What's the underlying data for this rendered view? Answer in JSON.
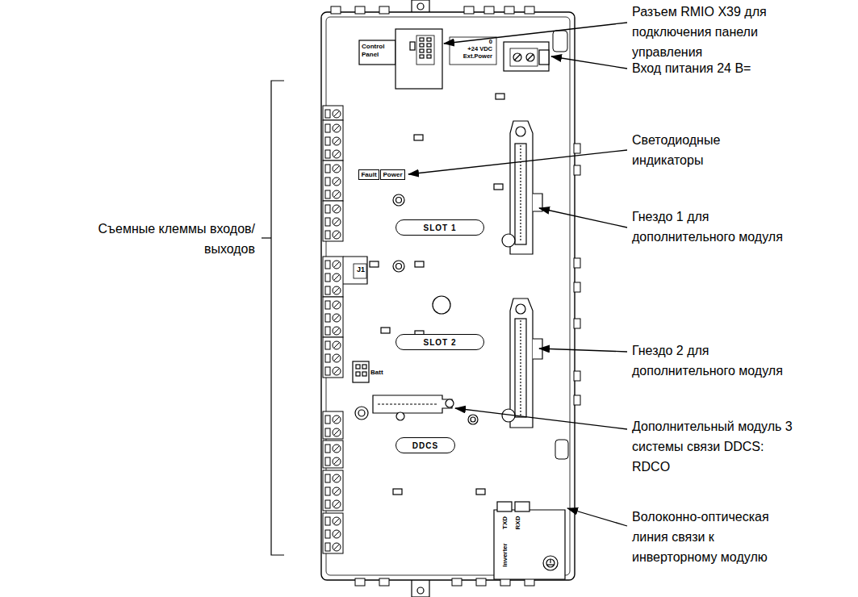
{
  "diagram": {
    "nodes": [
      {
        "text": [
          "Fault"
        ]
      },
      {
        "text": [
          "Power"
        ]
      },
      {
        "text": [
          "SLOT 1"
        ]
      },
      {
        "text": [
          "SLOT 2"
        ]
      },
      {
        "text": [
          "DDCS"
        ]
      }
    ],
    "labels": [
      "Разъем RMIO X39 для подключения панели управления",
      "Вход питания 24 В=",
      "Светодиодные индикаторы",
      "Гнездо 1 для дополнительного модуля",
      "Гнездо 2 для дополнительного модуля",
      "Дополнительный модуль 3 системы связи DDCS: RDCO",
      "Волоконно-оптическая линия связи к инверторному модулю",
      "Съемные клеммы входов/ выходов",
      "Control Panel",
      "0",
      "+24 VDC",
      "Ext.Power",
      "J1",
      "Batt",
      "TXD",
      "RXD",
      "Inverter"
    ]
  }
}
